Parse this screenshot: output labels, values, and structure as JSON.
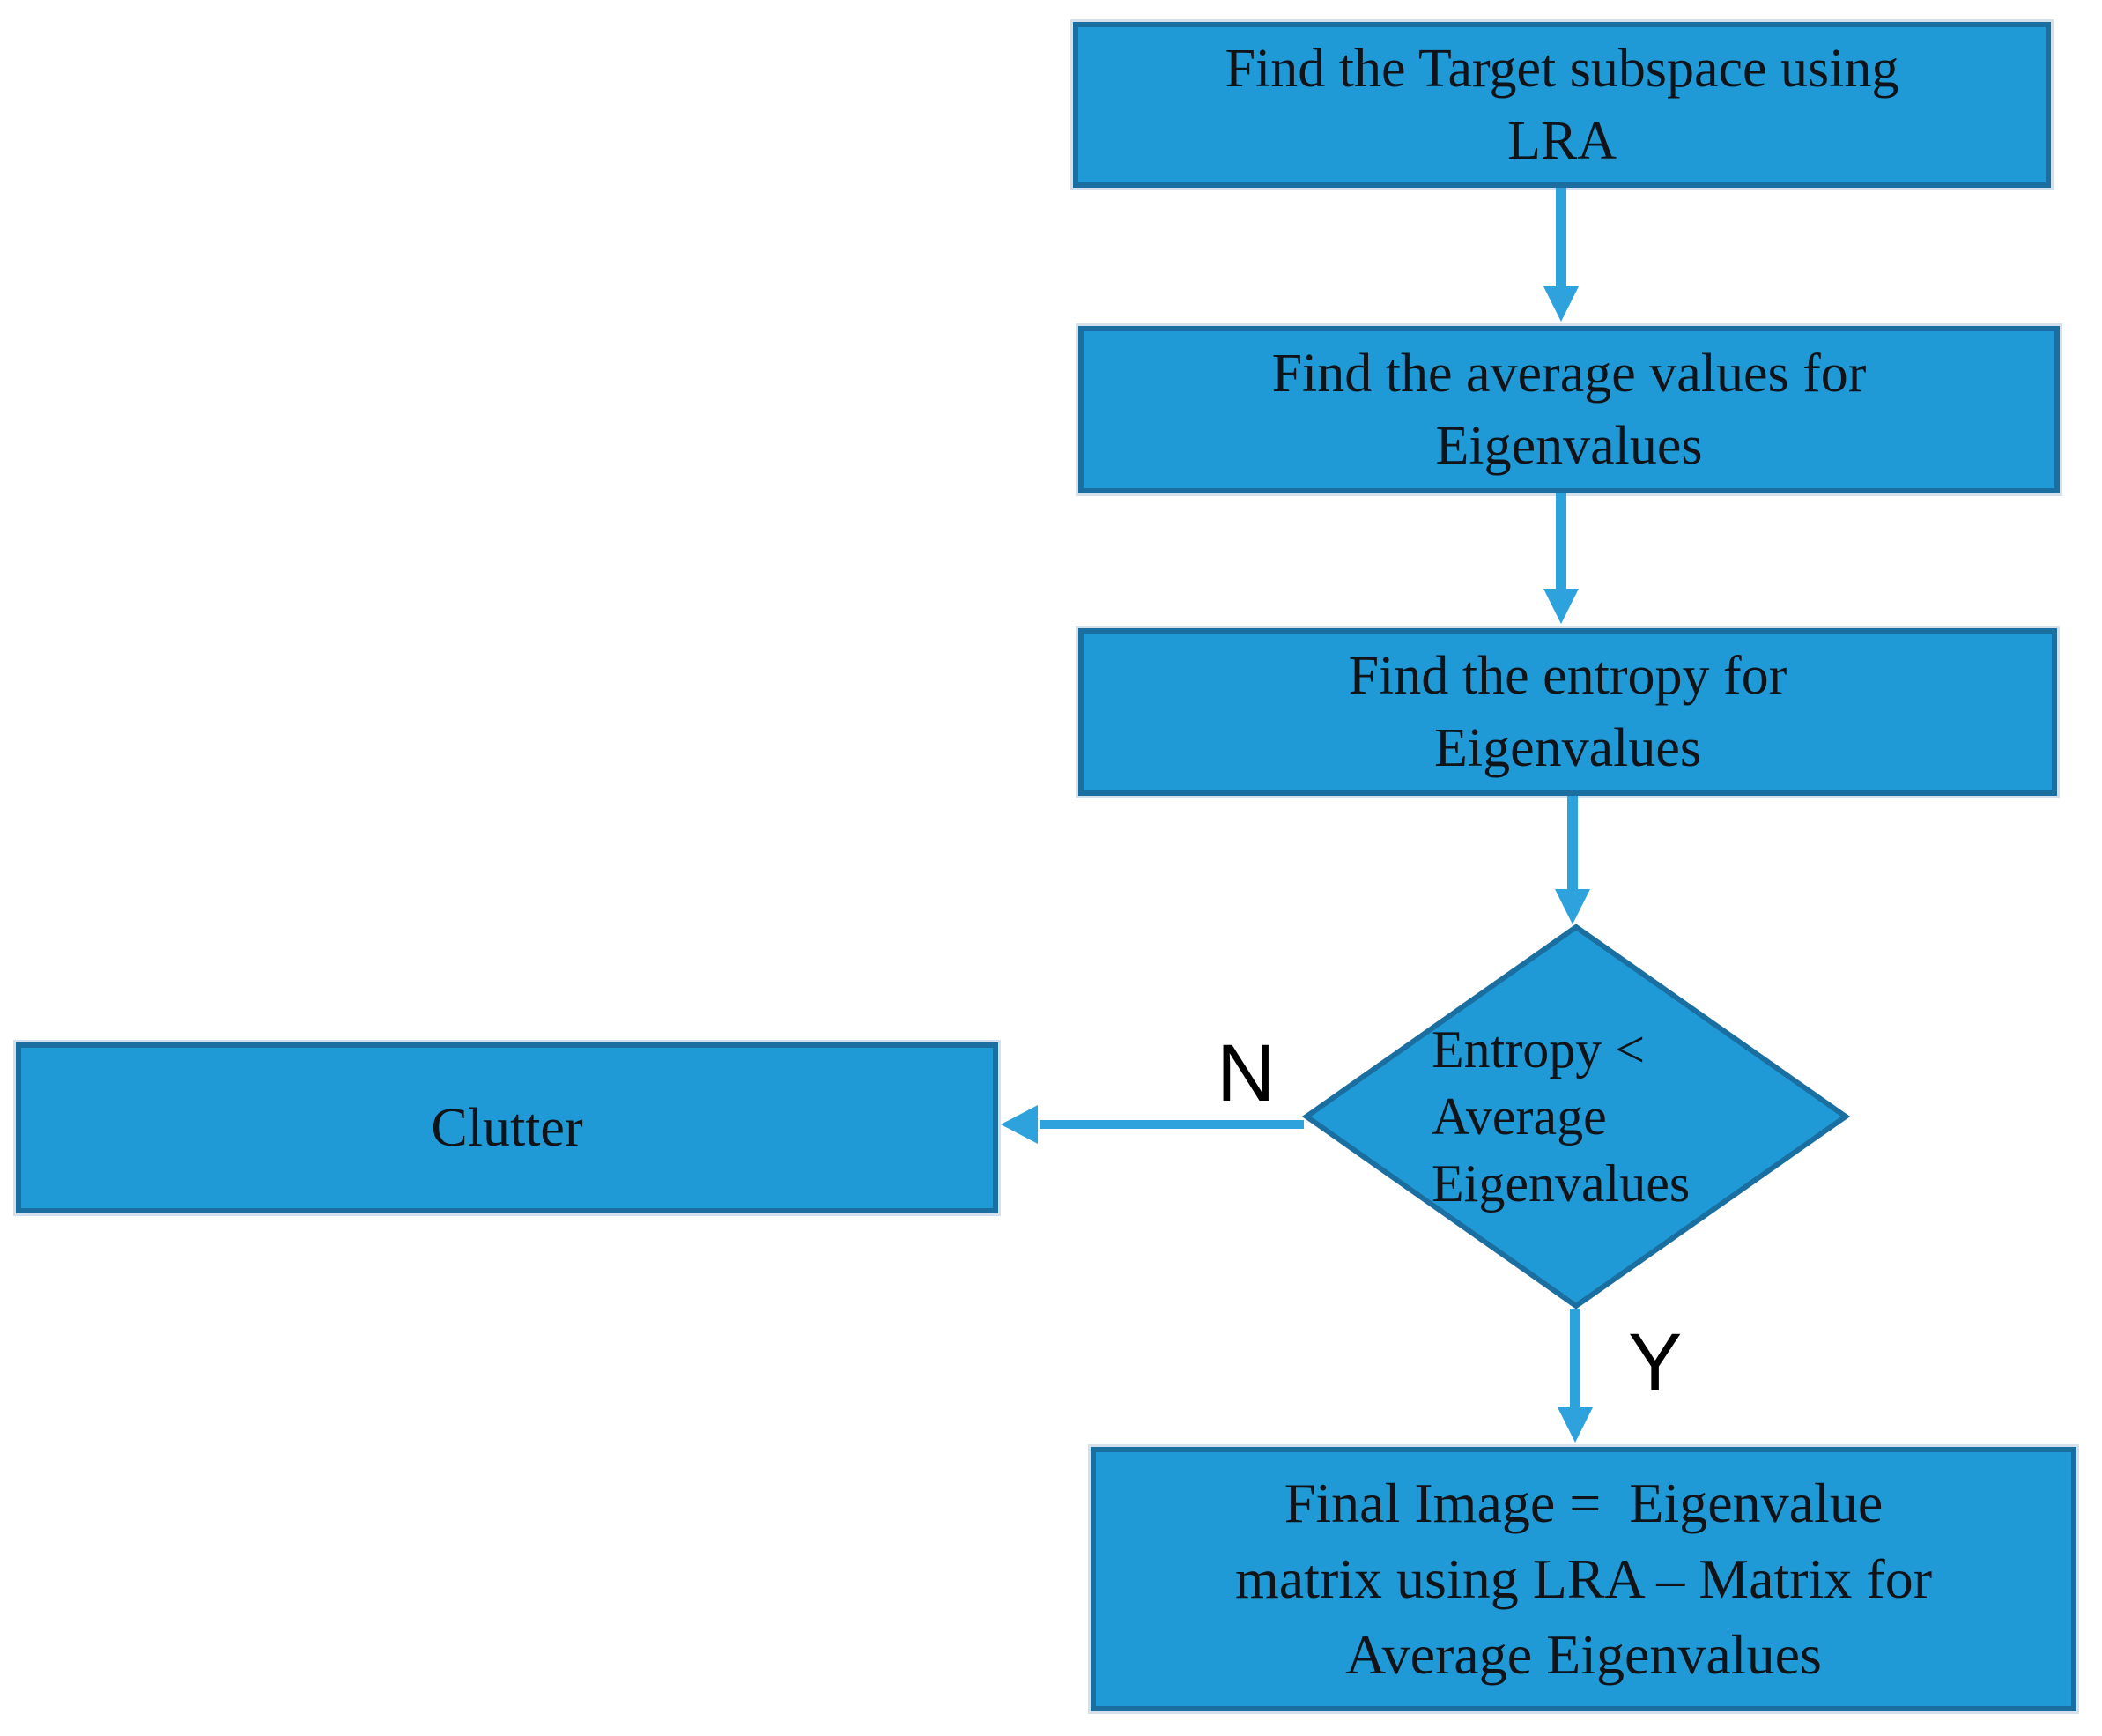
{
  "colors": {
    "node_fill": "#1F9AD6",
    "node_border": "#1A6FA0",
    "arrow": "#2EA2DC",
    "node_text": "#101418",
    "branch_label_text": "#000000",
    "background": "#FFFFFF"
  },
  "flowchart": {
    "box_find_target": {
      "line1": "Find the Target subspace using",
      "line2": "LRA"
    },
    "box_find_average": {
      "line1": "Find the average values for",
      "line2": "Eigenvalues"
    },
    "box_find_entropy": {
      "line1": "Find the entropy for",
      "line2": "Eigenvalues"
    },
    "decision_entropy": {
      "line1": "Entropy <",
      "line2": "Average",
      "line3": "Eigenvalues"
    },
    "box_clutter": {
      "line1": "Clutter"
    },
    "box_final_image": {
      "line1": "Final Image =  Eigenvalue",
      "line2": "matrix using LRA – Matrix for",
      "line3": "Average Eigenvalues"
    },
    "branch_no_label": "N",
    "branch_yes_label": "Y"
  }
}
